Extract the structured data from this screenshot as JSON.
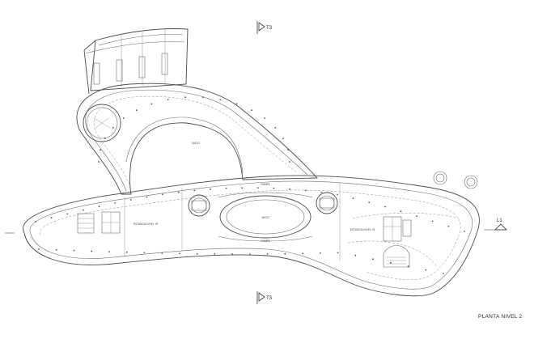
{
  "plan": {
    "title": "PLANTA NIVEL 2",
    "section_top": "T3",
    "section_bottom": "T3",
    "section_right": "L1",
    "label_void_upper": "VACIO",
    "label_void_center": "VACIO",
    "label_ramp_top": "RAMPA",
    "label_ramp_bottom": "RAMPA",
    "label_level_left": "ESTANCIA NIVEL +8",
    "label_level_right": "ESTANCIA NIVEL +8"
  }
}
